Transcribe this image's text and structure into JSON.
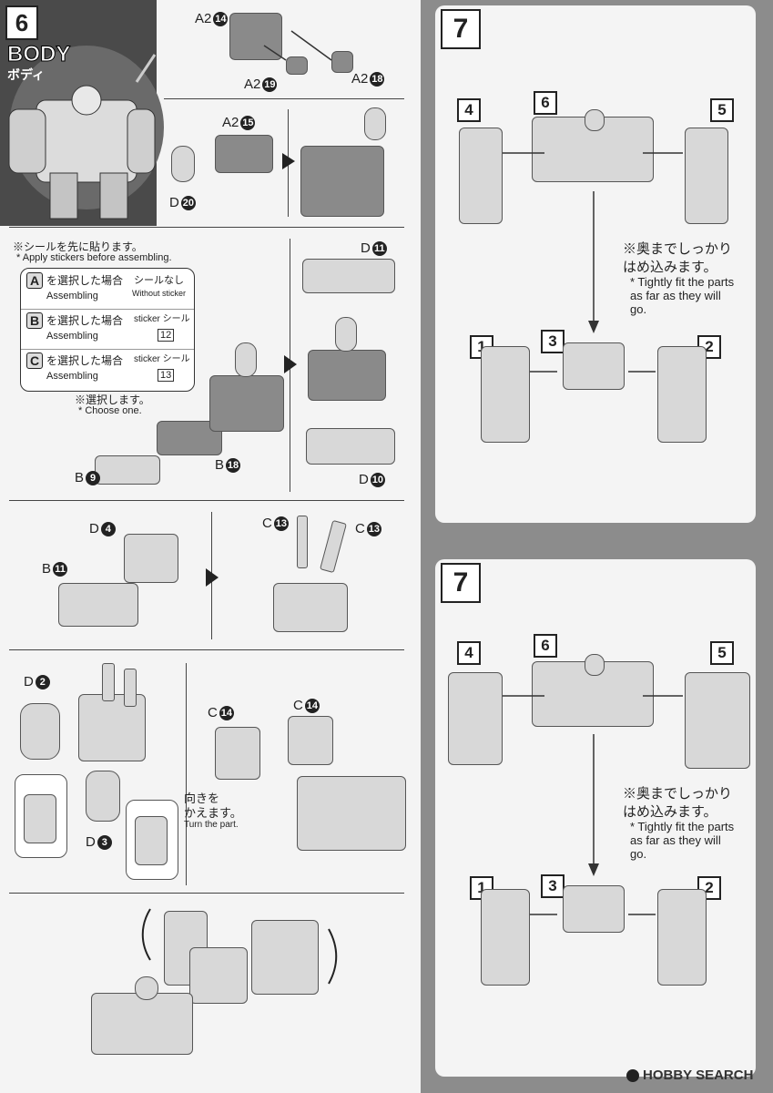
{
  "step6": {
    "number": "6",
    "title_en": "BODY",
    "title_jp": "ボディ",
    "parts": {
      "a2_14": "A2",
      "a2_14_n": "14",
      "a2_18": "A2",
      "a2_18_n": "18",
      "a2_19": "A2",
      "a2_19_n": "19",
      "a2_15": "A2",
      "a2_15_n": "15",
      "d20": "D",
      "d20_n": "20",
      "d11": "D",
      "d11_n": "11",
      "d10": "D",
      "d10_n": "10",
      "b9": "B",
      "b9_n": "9",
      "b18": "B",
      "b18_n": "18",
      "d4": "D",
      "d4_n": "4",
      "b11": "B",
      "b11_n": "11",
      "c13a": "C",
      "c13a_n": "13",
      "c13b": "C",
      "c13b_n": "13",
      "d2": "D",
      "d2_n": "2",
      "d3": "D",
      "d3_n": "3",
      "c14a": "C",
      "c14a_n": "14",
      "c14b": "C",
      "c14b_n": "14"
    },
    "sticker_note_jp": "※シールを先に貼ります。",
    "sticker_note_en": "* Apply stickers before assembling.",
    "options": [
      {
        "letter": "A",
        "jp": "を選択した場合",
        "en": "Assembling",
        "sub_letter": "A",
        "right_jp": "シールなし",
        "right_en": "Without sticker"
      },
      {
        "letter": "B",
        "jp": "を選択した場合",
        "en": "Assembling",
        "sub_letter": "B",
        "right_jp": "sticker シール",
        "right_en": "12"
      },
      {
        "letter": "C",
        "jp": "を選択した場合",
        "en": "Assembling",
        "sub_letter": "C",
        "right_jp": "sticker シール",
        "right_en": "13"
      }
    ],
    "choose_jp": "※選択します。",
    "choose_en": "* Choose one.",
    "turn_jp1": "向きを",
    "turn_jp2": "かえます。",
    "turn_en": "Turn the part."
  },
  "step7_top": {
    "number": "7",
    "boxes": [
      "4",
      "6",
      "5",
      "1",
      "3",
      "2"
    ],
    "note_jp1": "※奥までしっかり",
    "note_jp2": "はめ込みます。",
    "note_en": "* Tightly fit the parts as far as they will go."
  },
  "step7_bottom": {
    "number": "7",
    "boxes": [
      "4",
      "6",
      "5",
      "1",
      "3",
      "2"
    ],
    "note_jp1": "※奥までしっかり",
    "note_jp2": "はめ込みます。",
    "note_en": "* Tightly fit the parts as far as they will go."
  },
  "watermark": {
    "text": "HOBBY SEARCH"
  }
}
